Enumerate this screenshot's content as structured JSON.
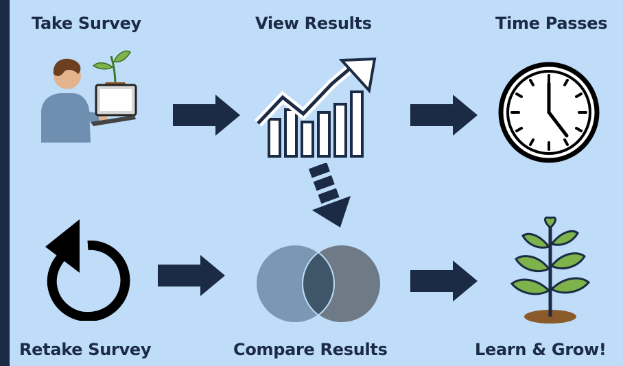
{
  "steps": {
    "take_survey": "Take Survey",
    "view_results": "View Results",
    "time_passes": "Time Passes",
    "retake_survey": "Retake Survey",
    "compare_results": "Compare Results",
    "learn_grow": "Learn & Grow!"
  },
  "icons": {
    "take_survey": "person-with-laptop-and-plant-icon",
    "view_results": "rising-bar-chart-arrow-icon",
    "time_passes": "clock-icon",
    "retake_survey": "counterclockwise-arrow-icon",
    "compare_results": "overlapping-circles-icon",
    "learn_grow": "sprouting-plant-icon"
  },
  "colors": {
    "frame": "#1c2b45",
    "panel": "#bfdcf8",
    "arrow": "#1c2b45",
    "circle_left": "#7a98b4",
    "circle_right": "#6e7a86",
    "circle_overlap": "#3f5669",
    "leaf": "#7db34a",
    "stem": "#1c2b45",
    "soil": "#8b5a2b"
  }
}
